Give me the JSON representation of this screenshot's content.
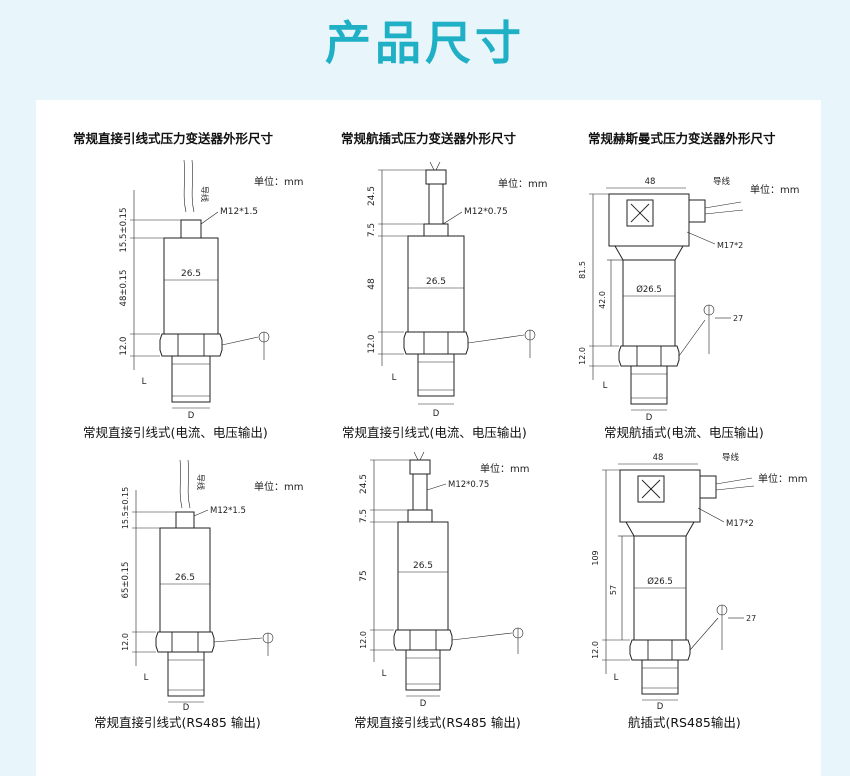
{
  "title": "产品尺寸",
  "unit_label": "单位：mm",
  "panels": [
    {
      "header": "常规直接引线式压力变送器外形尺寸",
      "caption": "常规直接引线式(电流、电压输出)",
      "dims": {
        "top": "15.5±0.15",
        "thread": "M12*1.5",
        "height": "48±0.15",
        "diameter": "26.5",
        "hex": "12.0",
        "length": "L",
        "d": "D",
        "wire": "导线"
      }
    },
    {
      "header": "常规航插式压力变送器外形尺寸",
      "caption": "常规直接引线式(电流、电压输出)",
      "dims": {
        "top": "24.5",
        "mid": "7.5",
        "thread": "M12*0.75",
        "height": "48",
        "diameter": "26.5",
        "hex": "12.0",
        "length": "L",
        "d": "D"
      }
    },
    {
      "header": "常规赫斯曼式压力变送器外形尺寸",
      "caption": "常规航插式(电流、电压输出)",
      "dims": {
        "width": "48",
        "wire": "导线",
        "thread": "M17*2",
        "total": "81.5",
        "height": "42.0",
        "diameter": "Ø26.5",
        "hex": "12.0",
        "wrench": "27",
        "length": "L",
        "d": "D"
      }
    },
    {
      "header": "",
      "caption": "常规直接引线式(RS485 输出)",
      "dims": {
        "top": "15.5±0.15",
        "thread": "M12*1.5",
        "height": "65±0.15",
        "diameter": "26.5",
        "hex": "12.0",
        "length": "L",
        "d": "D",
        "wire": "导线"
      }
    },
    {
      "header": "",
      "caption": "常规直接引线式(RS485 输出)",
      "dims": {
        "top": "24.5",
        "mid": "7.5",
        "thread": "M12*0.75",
        "height": "75",
        "diameter": "26.5",
        "hex": "12.0",
        "length": "L",
        "d": "D"
      }
    },
    {
      "header": "",
      "caption": "航插式(RS485输出)",
      "dims": {
        "width": "48",
        "wire": "导线",
        "thread": "M17*2",
        "total": "109",
        "height": "57",
        "diameter": "Ø26.5",
        "hex": "12.0",
        "wrench": "27",
        "length": "L",
        "d": "D"
      }
    }
  ]
}
